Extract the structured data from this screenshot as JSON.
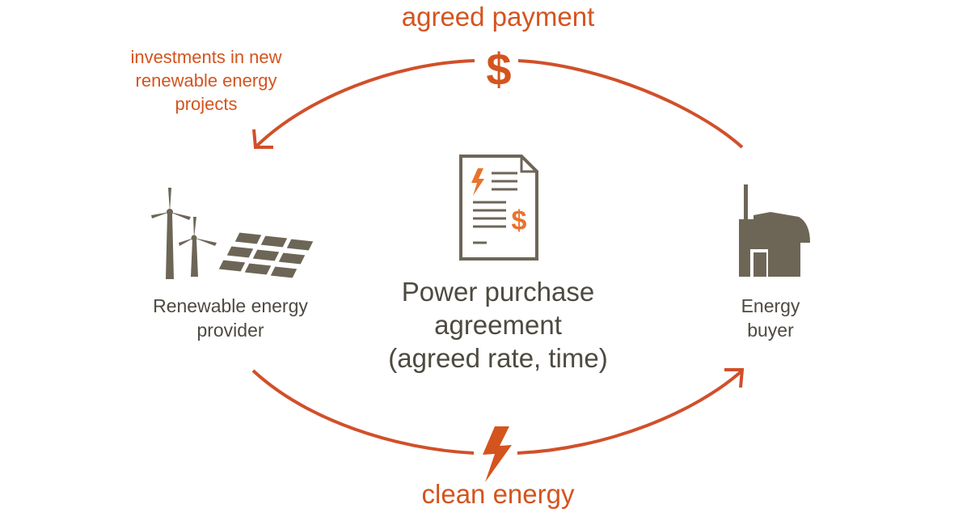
{
  "top_label": "agreed payment",
  "investment_label": [
    "investments in new",
    "renewable energy",
    "projects"
  ],
  "provider_label": [
    "Renewable energy",
    "provider"
  ],
  "buyer_label": [
    "Energy",
    "buyer"
  ],
  "ppa_label": [
    "Power purchase",
    "agreement",
    "(agreed rate, time)"
  ],
  "bottom_label": "clean energy",
  "colors": {
    "accent": "#d4541e",
    "arrow": "#d0502a",
    "icon": "#6d6657",
    "text": "#4e4a40"
  },
  "icons": [
    "dollar-icon",
    "document-icon",
    "wind-turbine-icon",
    "solar-panel-icon",
    "factory-icon",
    "lightning-icon"
  ]
}
